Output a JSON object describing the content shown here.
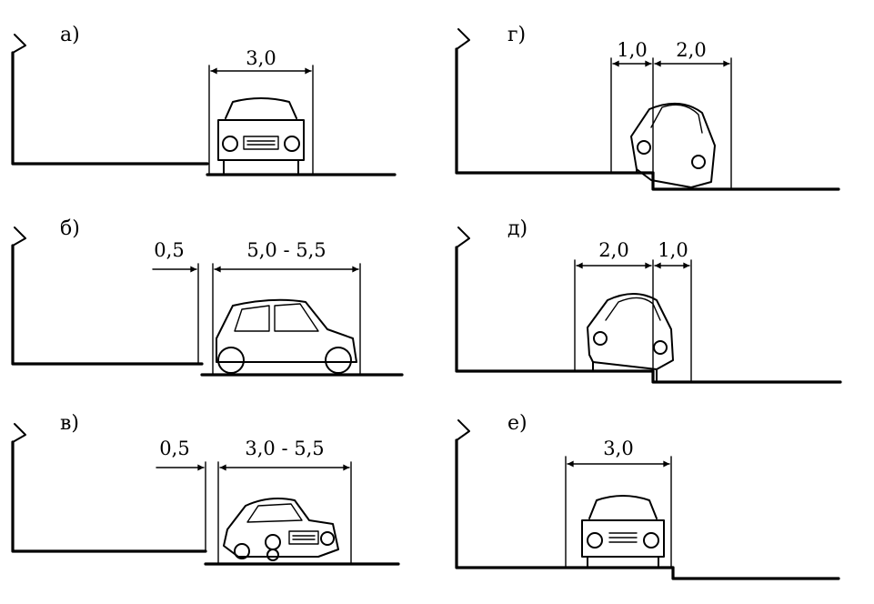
{
  "panels": [
    {
      "id": "a",
      "label": "а)",
      "dims": [
        "3,0"
      ]
    },
    {
      "id": "b",
      "label": "б)",
      "dims": [
        "0,5",
        "5,0 - 5,5"
      ]
    },
    {
      "id": "v",
      "label": "в)",
      "dims": [
        "0,5",
        "3,0 - 5,5"
      ]
    },
    {
      "id": "g",
      "label": "г)",
      "dims": [
        "1,0",
        "2,0"
      ]
    },
    {
      "id": "d",
      "label": "д)",
      "dims": [
        "2,0",
        "1,0"
      ]
    },
    {
      "id": "e",
      "label": "е)",
      "dims": [
        "3,0"
      ]
    }
  ]
}
